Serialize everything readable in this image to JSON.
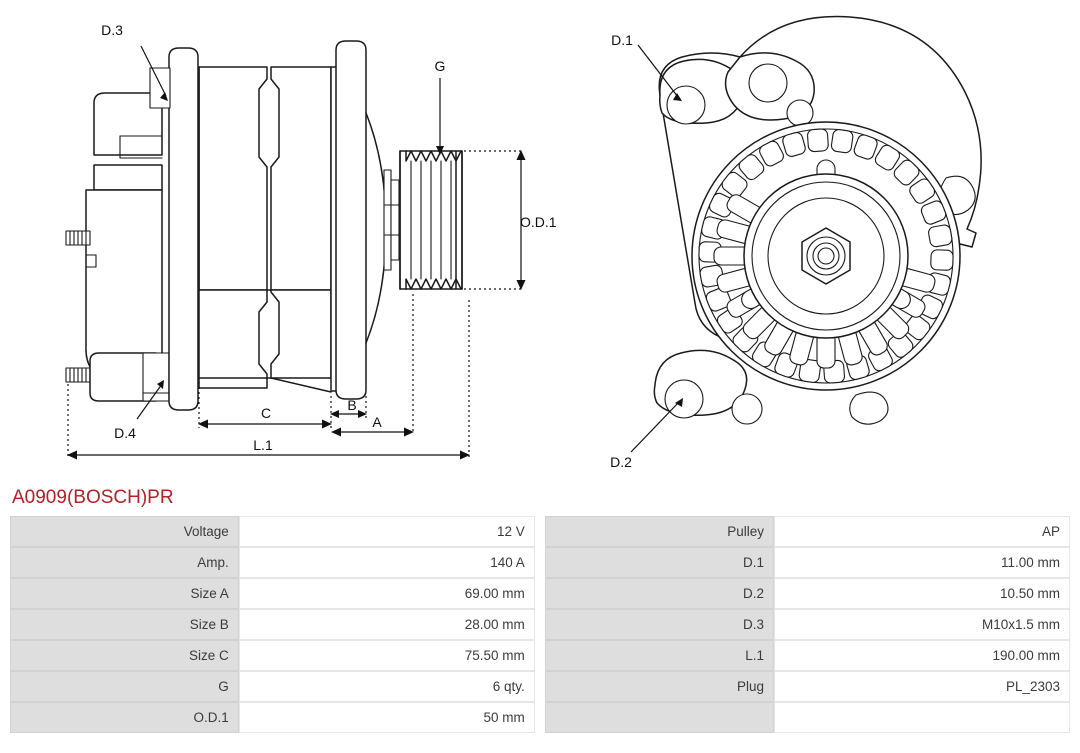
{
  "product": {
    "title": "A0909(BOSCH)PR",
    "title_color": "#b52025"
  },
  "drawing": {
    "side_view_labels": {
      "d3": "D.3",
      "d4": "D.4",
      "g": "G",
      "od1": "O.D.1",
      "a": "A",
      "b": "B",
      "c": "C",
      "l1": "L.1"
    },
    "front_view_labels": {
      "d1": "D.1",
      "d2": "D.2"
    }
  },
  "spec_table": {
    "left_rows": [
      {
        "label": "Voltage",
        "value": "12 V"
      },
      {
        "label": "Amp.",
        "value": "140 A"
      },
      {
        "label": "Size A",
        "value": "69.00 mm"
      },
      {
        "label": "Size B",
        "value": "28.00 mm"
      },
      {
        "label": "Size C",
        "value": "75.50 mm"
      },
      {
        "label": "G",
        "value": "6 qty."
      },
      {
        "label": "O.D.1",
        "value": "50 mm"
      }
    ],
    "right_rows": [
      {
        "label": "Pulley",
        "value": "AP"
      },
      {
        "label": "D.1",
        "value": "11.00 mm"
      },
      {
        "label": "D.2",
        "value": "10.50 mm"
      },
      {
        "label": "D.3",
        "value": "M10x1.5 mm"
      },
      {
        "label": "L.1",
        "value": "190.00 mm"
      },
      {
        "label": "Plug",
        "value": "PL_2303"
      },
      {
        "label": "",
        "value": ""
      }
    ]
  }
}
